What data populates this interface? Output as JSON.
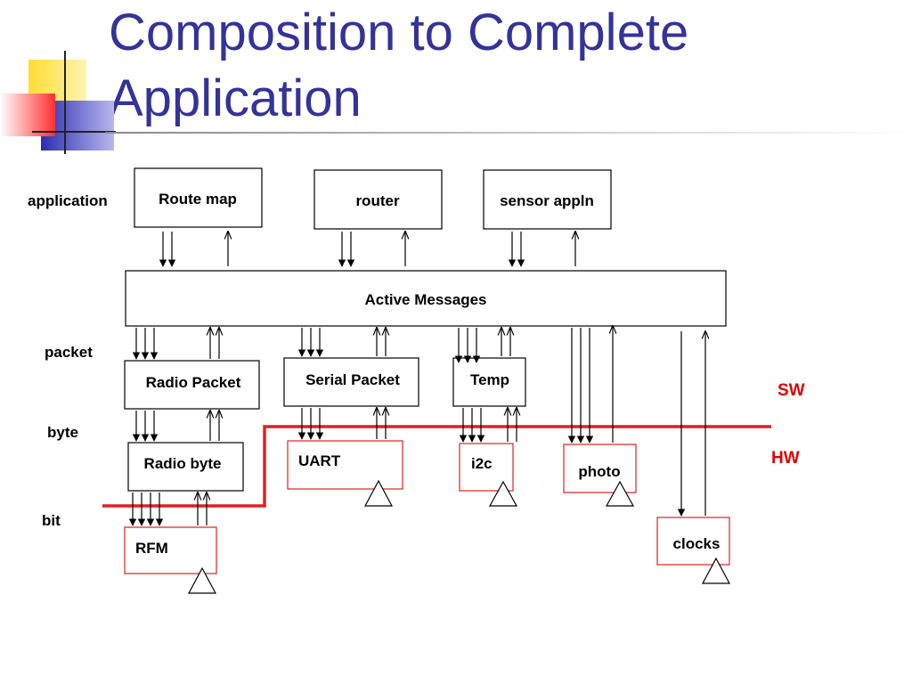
{
  "title": {
    "line1": "Composition to Complete",
    "line2": "Application"
  },
  "colors": {
    "title": "#333399",
    "boundary": "#e02020",
    "hw_box_border": "#e02020",
    "sw_box_border": "#000000"
  },
  "levels": {
    "application": "application",
    "packet": "packet",
    "byte": "byte",
    "bit": "bit"
  },
  "domains": {
    "sw": "SW",
    "hw": "HW"
  },
  "components": {
    "route_map": "Route map",
    "router": "router",
    "sensor_appln": "sensor appln",
    "active_messages": "Active Messages",
    "radio_packet": "Radio Packet",
    "serial_packet": "Serial Packet",
    "temp": "Temp",
    "radio_byte": "Radio byte",
    "uart": "UART",
    "i2c": "i2c",
    "photo": "photo",
    "rfm": "RFM",
    "clocks": "clocks"
  }
}
